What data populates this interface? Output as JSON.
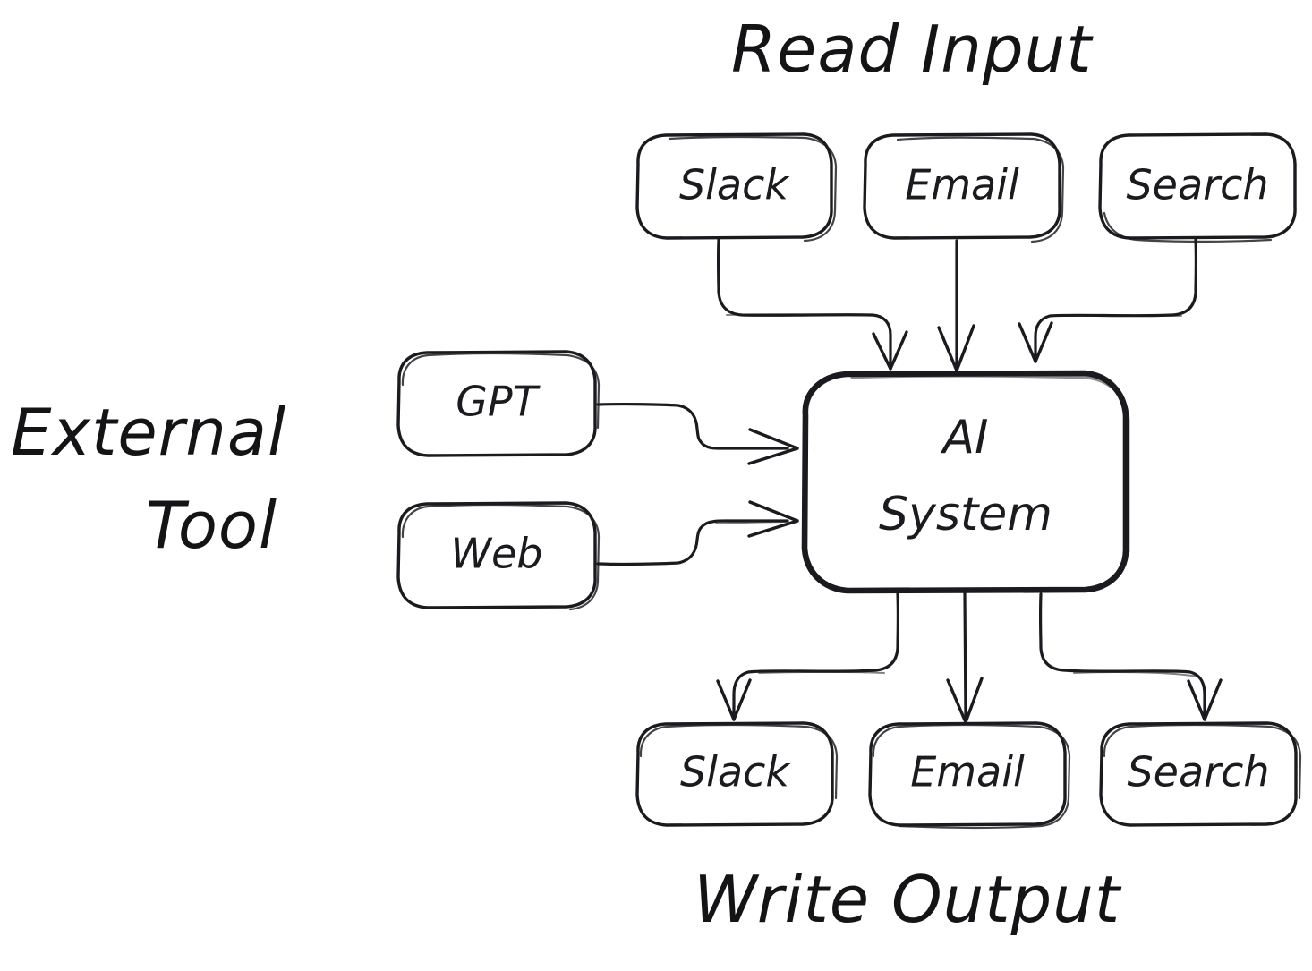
{
  "diagram": {
    "title_top": "Read Input",
    "title_bottom": "Write Output",
    "title_left_line1": "External",
    "title_left_line2": "Tool",
    "stroke_color": "#1b1b1f",
    "background_color": "#ffffff",
    "input_nodes": [
      {
        "id": "input-slack",
        "label": "Slack"
      },
      {
        "id": "input-email",
        "label": "Email"
      },
      {
        "id": "input-search",
        "label": "Search"
      }
    ],
    "tool_nodes": [
      {
        "id": "tool-gpt",
        "label": "GPT"
      },
      {
        "id": "tool-web",
        "label": "Web"
      }
    ],
    "center_node": {
      "id": "ai-system",
      "label_line1": "AI",
      "label_line2": "System"
    },
    "output_nodes": [
      {
        "id": "output-slack",
        "label": "Slack"
      },
      {
        "id": "output-email",
        "label": "Email"
      },
      {
        "id": "output-search",
        "label": "Search"
      }
    ],
    "edges": [
      {
        "id": "edge-slack-in",
        "from": "input-slack",
        "to": "ai-system",
        "direction": "down"
      },
      {
        "id": "edge-email-in",
        "from": "input-email",
        "to": "ai-system",
        "direction": "down"
      },
      {
        "id": "edge-search-in",
        "from": "input-search",
        "to": "ai-system",
        "direction": "down"
      },
      {
        "id": "edge-gpt-in",
        "from": "tool-gpt",
        "to": "ai-system",
        "direction": "right"
      },
      {
        "id": "edge-web-in",
        "from": "tool-web",
        "to": "ai-system",
        "direction": "right"
      },
      {
        "id": "edge-out-slack",
        "from": "ai-system",
        "to": "output-slack",
        "direction": "down"
      },
      {
        "id": "edge-out-email",
        "from": "ai-system",
        "to": "output-email",
        "direction": "down"
      },
      {
        "id": "edge-out-search",
        "from": "ai-system",
        "to": "output-search",
        "direction": "down"
      }
    ]
  }
}
